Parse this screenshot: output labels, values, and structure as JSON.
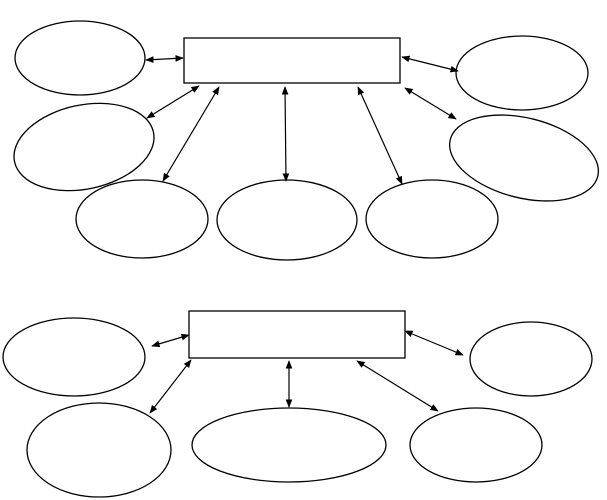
{
  "colors": {
    "stroke": "#000000",
    "background": "#ffffff"
  },
  "diagrams": [
    {
      "id": "top-web",
      "center_box_text": "",
      "bubbles": [
        {
          "id": "left-top",
          "text": ""
        },
        {
          "id": "right-top",
          "text": ""
        },
        {
          "id": "left-mid",
          "text": ""
        },
        {
          "id": "right-mid",
          "text": ""
        },
        {
          "id": "bottom-1",
          "text": ""
        },
        {
          "id": "bottom-2",
          "text": ""
        },
        {
          "id": "bottom-3",
          "text": ""
        }
      ],
      "connector_style": "double-arrow"
    },
    {
      "id": "bottom-web",
      "center_box_text": "",
      "bubbles": [
        {
          "id": "left-top",
          "text": ""
        },
        {
          "id": "right-top",
          "text": ""
        },
        {
          "id": "bottom-1",
          "text": ""
        },
        {
          "id": "bottom-2",
          "text": ""
        },
        {
          "id": "bottom-3",
          "text": ""
        }
      ],
      "connector_style": "double-arrow"
    }
  ]
}
